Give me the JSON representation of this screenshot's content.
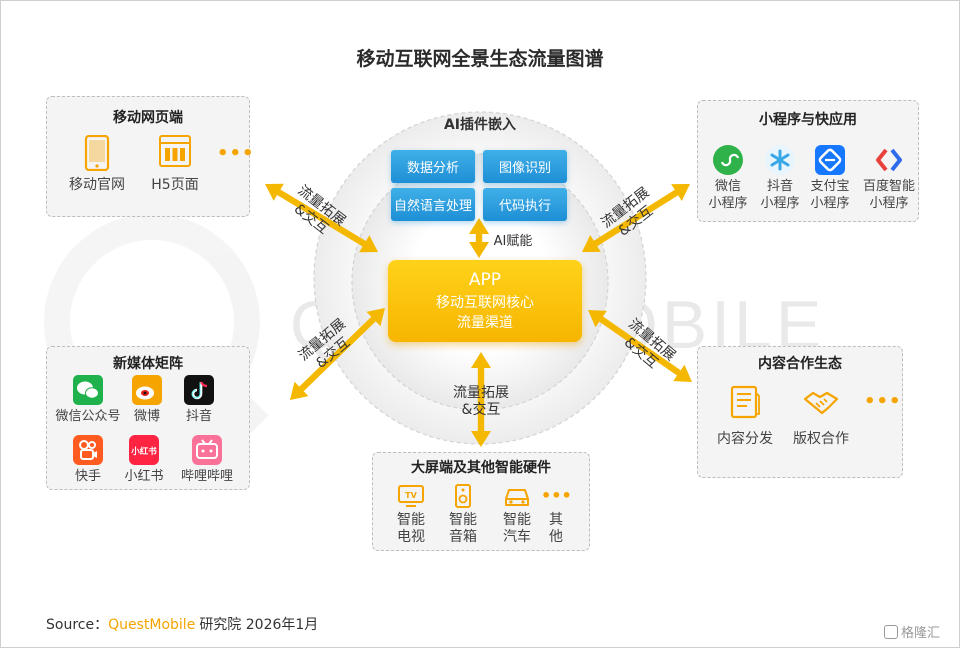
{
  "title": "移动互联网全景生态流量图谱",
  "center": {
    "ai_plugin_title": "AI插件嵌入",
    "capabilities": [
      "数据分析",
      "图像识别",
      "自然语言处理",
      "代码执行"
    ],
    "ai_link_label": "AI赋能",
    "app": {
      "name": "APP",
      "line1": "移动互联网核心",
      "line2": "流量渠道"
    }
  },
  "arrow_labels": {
    "top_left": [
      "流量拓展",
      "&交互"
    ],
    "top_right": [
      "流量拓展",
      "&交互"
    ],
    "mid_left": [
      "流量拓展",
      "&交互"
    ],
    "mid_right": [
      "流量拓展",
      "&交互"
    ],
    "bottom": [
      "流量拓展",
      "&交互"
    ]
  },
  "mobile_web": {
    "title": "移动网页端",
    "items": [
      {
        "label": "移动官网",
        "icon": "smartphone-icon"
      },
      {
        "label": "H5页面",
        "icon": "webpage-icon"
      }
    ],
    "more": "•••"
  },
  "mini_programs": {
    "title": "小程序与快应用",
    "items": [
      {
        "line1": "微信",
        "line2": "小程序",
        "icon": "wechat-mini-program-icon",
        "color": "#2fb24a"
      },
      {
        "line1": "抖音",
        "line2": "小程序",
        "icon": "douyin-mini-program-icon",
        "color": "#3aa7e6"
      },
      {
        "line1": "支付宝",
        "line2": "小程序",
        "icon": "alipay-mini-program-icon",
        "color": "#1677ff"
      },
      {
        "line1": "百度智能",
        "line2": "小程序",
        "icon": "baidu-mini-program-icon",
        "color": "#e8413b"
      }
    ]
  },
  "new_media": {
    "title": "新媒体矩阵",
    "items": [
      {
        "label": "微信公众号",
        "icon": "wechat-icon",
        "color": "#1fb14c"
      },
      {
        "label": "微博",
        "icon": "weibo-icon",
        "color": "#f5a400"
      },
      {
        "label": "抖音",
        "icon": "douyin-icon",
        "color": "#111111"
      },
      {
        "label": "快手",
        "icon": "kuaishou-icon",
        "color": "#ff5a1f"
      },
      {
        "label": "小红书",
        "icon": "xiaohongshu-icon",
        "color": "#ff2442"
      },
      {
        "label": "哔哩哔哩",
        "icon": "bilibili-icon",
        "color": "#fb7299"
      }
    ],
    "xhs_logo_text": "小红书"
  },
  "content": {
    "title": "内容合作生态",
    "items": [
      {
        "label": "内容分发",
        "icon": "document-icon"
      },
      {
        "label": "版权合作",
        "icon": "handshake-icon"
      }
    ],
    "more": "•••"
  },
  "big_screen": {
    "title": "大屏端及其他智能硬件",
    "items": [
      {
        "line1": "智能",
        "line2": "电视",
        "icon": "tv-icon",
        "tv_text": "TV"
      },
      {
        "line1": "智能",
        "line2": "音箱",
        "icon": "speaker-icon"
      },
      {
        "line1": "智能",
        "line2": "汽车",
        "icon": "car-icon"
      },
      {
        "line1": "其",
        "line2": "他",
        "icon": "more-dots-icon"
      }
    ]
  },
  "source": {
    "prefix": "Source：",
    "brand": "QuestMobile",
    "suffix": "研究院 2026年1月"
  },
  "watermark": "QUESTMOBILE",
  "corner_logo": "格隆汇",
  "colors": {
    "accent": "#f5a400",
    "blue": "#1f8fd6"
  }
}
